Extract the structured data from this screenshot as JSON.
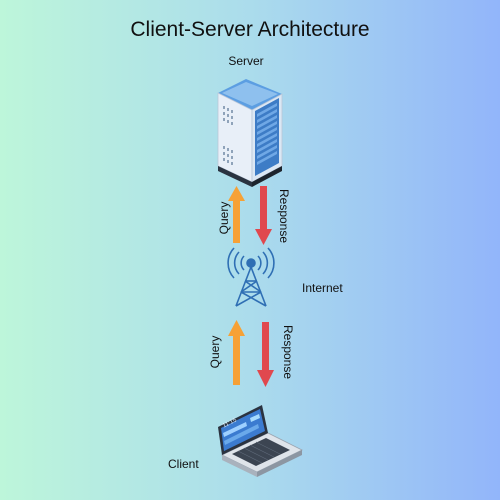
{
  "title": "Client-Server Architecture",
  "server": {
    "label": "Server"
  },
  "internet": {
    "label": "Internet"
  },
  "client": {
    "label": "Client",
    "screen_time": "11:15"
  },
  "links": {
    "upper": {
      "query_label": "Query",
      "response_label": "Response"
    },
    "lower": {
      "query_label": "Query",
      "response_label": "Response"
    }
  },
  "colors": {
    "query_arrow": "#f6a136",
    "response_arrow": "#e0484e",
    "server_body": "#e6eef7",
    "tower": "#2f6fb4"
  }
}
